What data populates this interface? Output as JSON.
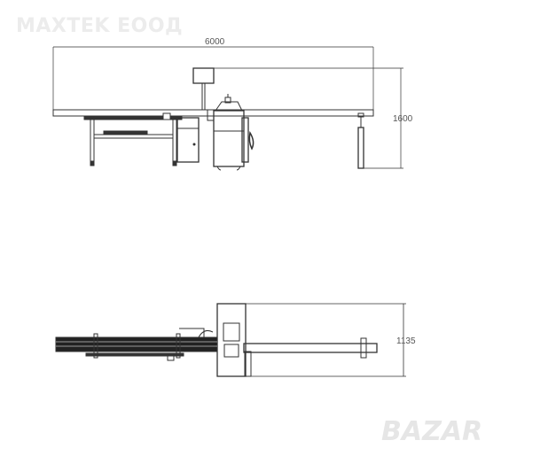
{
  "watermark_company": "MAXTEK ЕООД",
  "watermark_site": "BAZAR",
  "dimensions": {
    "length": "6000",
    "height": "1600",
    "width": "1135"
  },
  "colors": {
    "line": "#333333",
    "watermark": "#ececec"
  }
}
